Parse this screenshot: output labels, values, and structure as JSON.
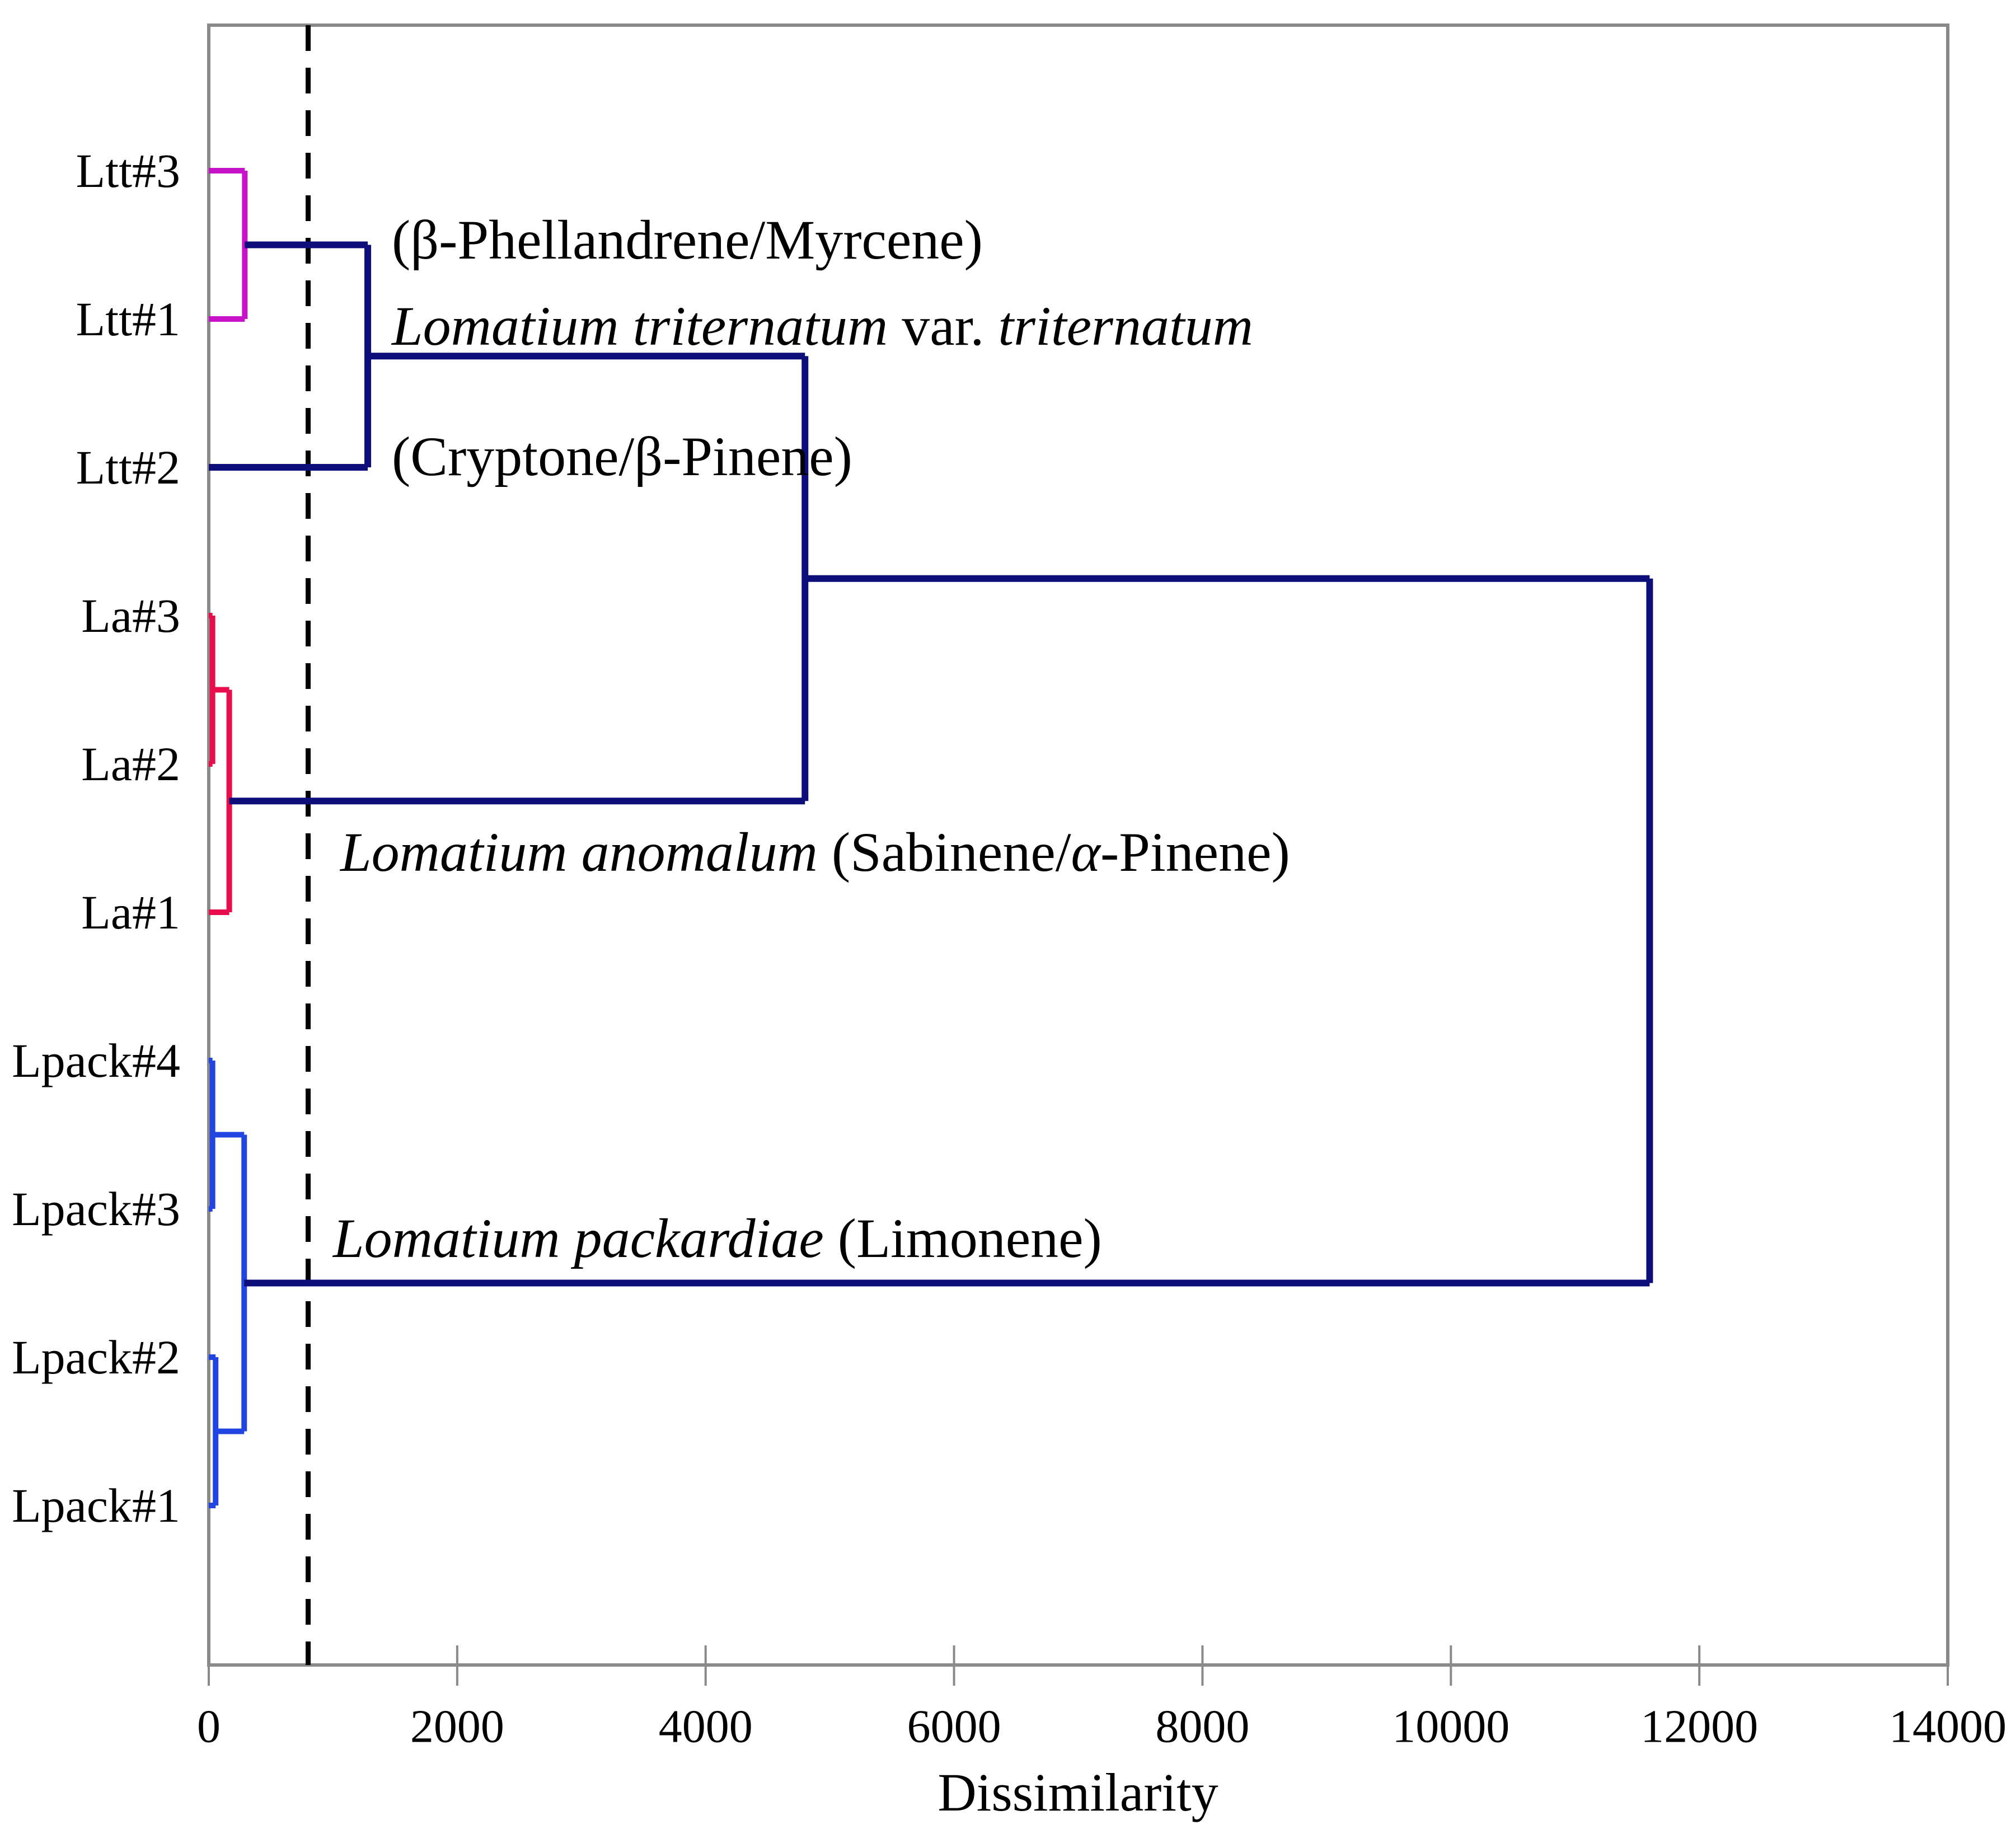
{
  "figure": {
    "background": "#ffffff",
    "frame_color": "#8a8a8a",
    "text_color": "#000000"
  },
  "chart_data": {
    "type": "dendrogram",
    "orientation": "horizontal_left_to_right",
    "title": "",
    "xlabel": "Dissimilarity",
    "ylabel": "",
    "xlim": [
      0,
      14000
    ],
    "xticks": [
      0,
      2000,
      4000,
      6000,
      8000,
      10000,
      12000,
      14000
    ],
    "xtick_labels": [
      "0",
      "2000",
      "4000",
      "6000",
      "8000",
      "10000",
      "12000",
      "14000"
    ],
    "grid": false,
    "legend": "none",
    "cutoff_line": {
      "value": 800,
      "style": "dashed",
      "color": "#000000"
    },
    "leaves": [
      "Ltt#3",
      "Ltt#1",
      "Ltt#2",
      "La#3",
      "La#2",
      "La#1",
      "Lpack#4",
      "Lpack#3",
      "Lpack#2",
      "Lpack#1"
    ],
    "merges": [
      {
        "id": "M1",
        "children": [
          "Ltt#3",
          "Ltt#1"
        ],
        "distance": 290,
        "color": "#c713c7"
      },
      {
        "id": "M2",
        "children": [
          "M1",
          "Ltt#2"
        ],
        "distance": 1280,
        "color": "#0e0e7b"
      },
      {
        "id": "M3",
        "children": [
          "La#3",
          "La#2"
        ],
        "distance": 30,
        "color": "#e80e4e"
      },
      {
        "id": "M4",
        "children": [
          "M3",
          "La#1"
        ],
        "distance": 165,
        "color": "#e80e4e"
      },
      {
        "id": "M5",
        "children": [
          "Lpack#4",
          "Lpack#3"
        ],
        "distance": 30,
        "color": "#2244e0"
      },
      {
        "id": "M6",
        "children": [
          "Lpack#2",
          "Lpack#1"
        ],
        "distance": 55,
        "color": "#2244e0"
      },
      {
        "id": "M7",
        "children": [
          "M5",
          "M6"
        ],
        "distance": 285,
        "color": "#2244e0"
      },
      {
        "id": "M8",
        "children": [
          "M2",
          "M4"
        ],
        "distance": 4800,
        "color": "#0e0e7b"
      },
      {
        "id": "M9",
        "children": [
          "M8",
          "M7"
        ],
        "distance": 11600,
        "color": "#0e0e7b"
      }
    ],
    "annotations": [
      {
        "name": "annotation-ltt-chemotype-1",
        "x": 700,
        "y": 428,
        "parts": [
          {
            "text": "(β-Phellandrene/Myrcene)",
            "italic": false
          }
        ]
      },
      {
        "name": "annotation-ltt-species",
        "x": 700,
        "y": 582,
        "parts": [
          {
            "text": "Lomatium triternatum",
            "italic": true
          },
          {
            "text": " var. ",
            "italic": false
          },
          {
            "text": "triternatum",
            "italic": true
          }
        ]
      },
      {
        "name": "annotation-ltt-chemotype-2",
        "x": 700,
        "y": 815,
        "parts": [
          {
            "text": "(Cryptone/β-Pinene)",
            "italic": false
          }
        ]
      },
      {
        "name": "annotation-anomalum",
        "x": 608,
        "y": 1522,
        "parts": [
          {
            "text": "Lomatium anomalum",
            "italic": true
          },
          {
            "text": " (Sabinene/",
            "italic": false
          },
          {
            "text": "α",
            "italic": true
          },
          {
            "text": "-Pinene)",
            "italic": false
          }
        ]
      },
      {
        "name": "annotation-packardiae",
        "x": 595,
        "y": 2212,
        "parts": [
          {
            "text": "Lomatium packardiae",
            "italic": true
          },
          {
            "text": " (Limonene)",
            "italic": false
          }
        ]
      }
    ]
  }
}
